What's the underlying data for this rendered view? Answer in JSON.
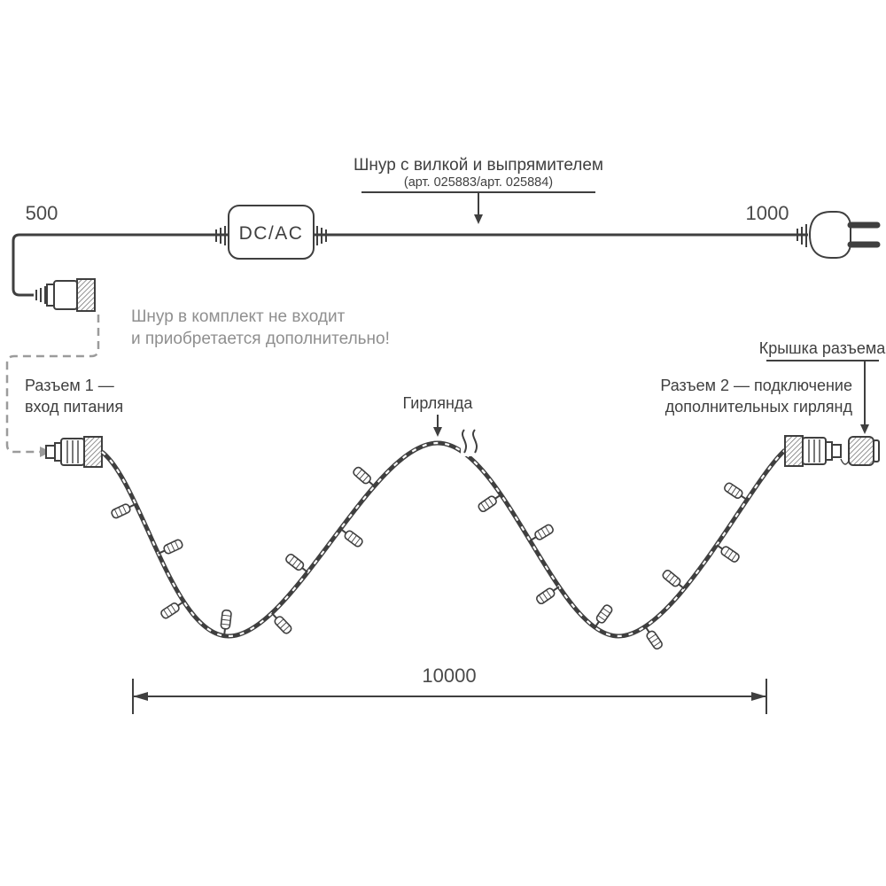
{
  "diagram": {
    "cord": {
      "title": "Шнур с вилкой и выпрямителем",
      "articles": "(арт. 025883/арт. 025884)",
      "converter_label": "DC/AC",
      "dim_left": "500",
      "dim_right": "1000"
    },
    "note": {
      "line1": "Шнур в комплект не входит",
      "line2": "и приобретается дополнительно!"
    },
    "connector1": {
      "line1": "Разъем 1 —",
      "line2": "вход питания"
    },
    "garland": {
      "label": "Гирлянда",
      "dim": "10000"
    },
    "connector2": {
      "line1": "Разъем 2 — подключение",
      "line2": "дополнительных гирлянд"
    },
    "cap": {
      "label": "Крышка разъема"
    },
    "colors": {
      "line": "#3f3f3f",
      "note_text": "#8f8f8f",
      "dashed_line": "#9b9b9b"
    }
  }
}
